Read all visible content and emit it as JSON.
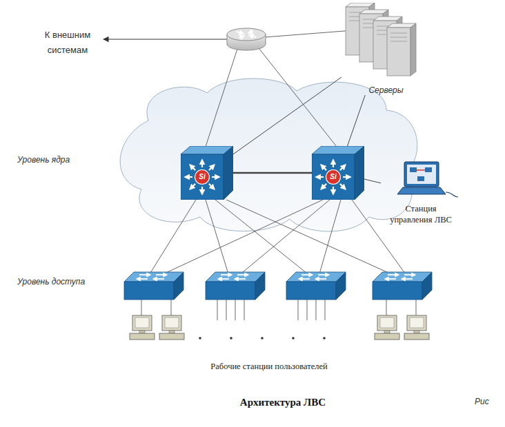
{
  "diagram": {
    "caption": "Архитектура ЛВС",
    "nodes": [
      {
        "text": [
          "Серверы"
        ]
      },
      {
        "text": [
          "Si"
        ]
      },
      {
        "text": [
          "Si"
        ]
      },
      {
        "text": [
          "Станция управления ЛВС"
        ]
      }
    ],
    "edges": [
      {
        "from": 0,
        "to": 1,
        "arrow": "none"
      },
      {
        "from": 0,
        "to": 2,
        "arrow": "none"
      },
      {
        "from": 1,
        "to": 2,
        "arrow": "none"
      },
      {
        "from": 2,
        "to": 3,
        "arrow": "none"
      }
    ],
    "labels": [
      "К внешним системам",
      "Уровень ядра",
      "Уровень доступа",
      "Рабочие станции пользователей",
      "Рис"
    ]
  }
}
